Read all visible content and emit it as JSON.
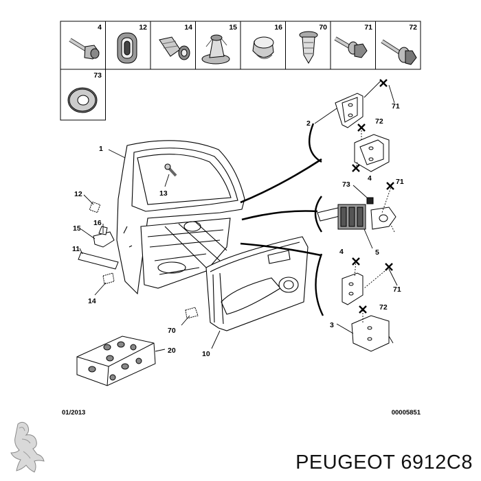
{
  "parts_grid": [
    {
      "num": "4",
      "icon": "bolt-icon"
    },
    {
      "num": "12",
      "icon": "grommet-icon"
    },
    {
      "num": "14",
      "icon": "clip-icon"
    },
    {
      "num": "15",
      "icon": "push-clip-icon"
    },
    {
      "num": "16",
      "icon": "plug-icon"
    },
    {
      "num": "70",
      "icon": "fir-tree-clip-icon"
    },
    {
      "num": "71",
      "icon": "hex-bolt-icon"
    },
    {
      "num": "72",
      "icon": "flange-bolt-icon"
    },
    {
      "num": "73",
      "icon": "washer-icon"
    }
  ],
  "callouts": {
    "c1": "1",
    "c2": "2",
    "c3": "3",
    "c4a": "4",
    "c4b": "4",
    "c5": "5",
    "c10": "10",
    "c11": "11",
    "c12": "12",
    "c13": "13",
    "c14": "14",
    "c15": "15",
    "c16": "16",
    "c20": "20",
    "c70": "70",
    "c71a": "71",
    "c71b": "71",
    "c71c": "71",
    "c72a": "72",
    "c72b": "72",
    "c73": "73"
  },
  "date_code": "01/2013",
  "doc_code": "00005851",
  "brand_text": "PEUGEOT 6912C8",
  "logo_icon": "peugeot-lion-icon"
}
